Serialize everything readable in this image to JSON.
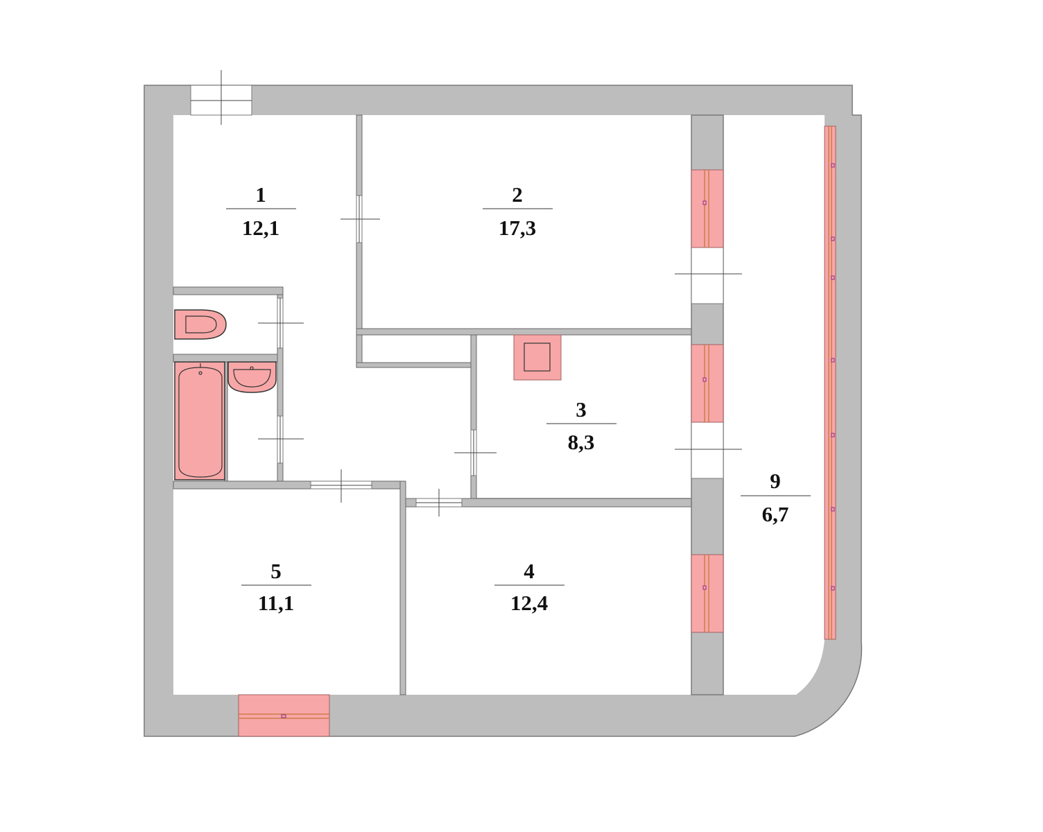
{
  "rooms": [
    {
      "id": "room-1",
      "number": "1",
      "area": "12,1"
    },
    {
      "id": "room-2",
      "number": "2",
      "area": "17,3"
    },
    {
      "id": "room-3",
      "number": "3",
      "area": "8,3"
    },
    {
      "id": "room-4",
      "number": "4",
      "area": "12,4"
    },
    {
      "id": "room-5",
      "number": "5",
      "area": "11,1"
    },
    {
      "id": "room-9",
      "number": "9",
      "area": "6,7"
    }
  ],
  "colors": {
    "wall": "#bdbdbd",
    "fixture": "#f7a7a7",
    "window": "#f7a7a7",
    "floor": "#ffffff"
  }
}
